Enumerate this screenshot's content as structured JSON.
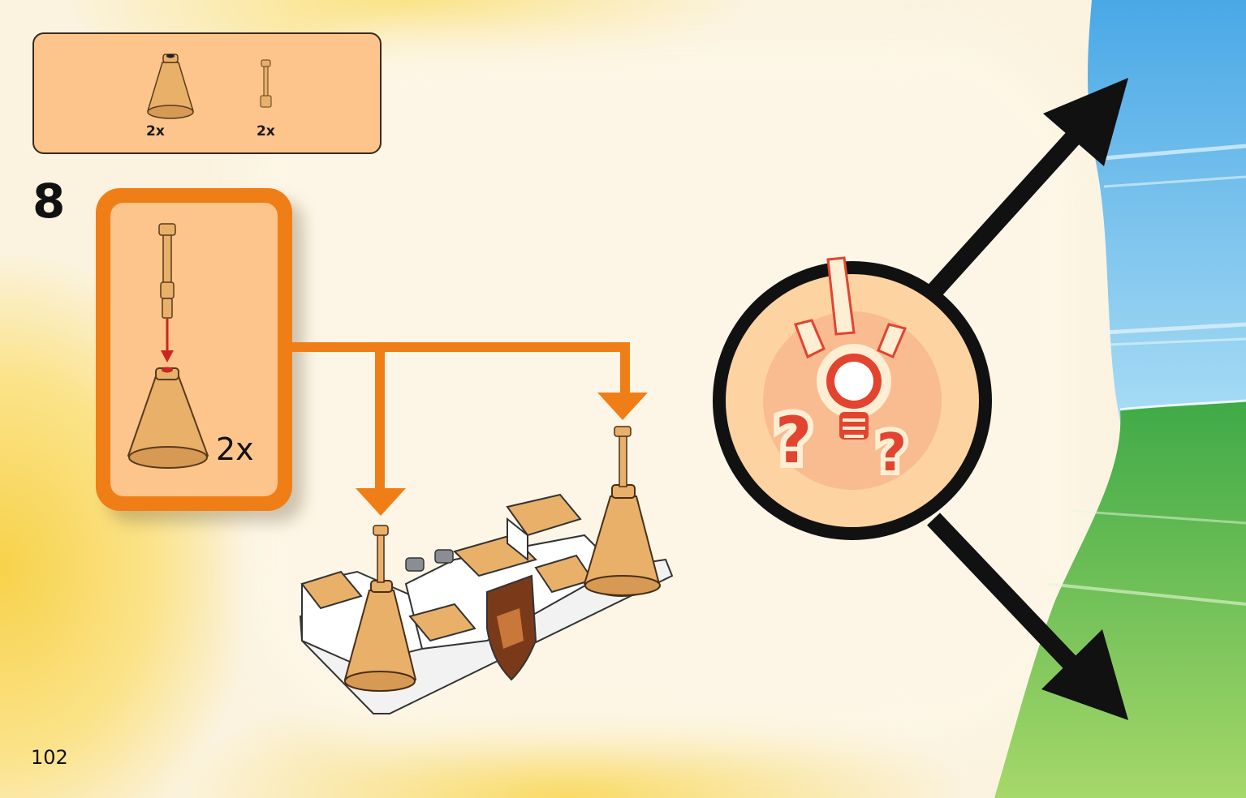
{
  "parts_list": {
    "items": [
      {
        "part": "cone-piece",
        "count": "2x"
      },
      {
        "part": "antenna-bar-piece",
        "count": "2x"
      }
    ]
  },
  "step": {
    "number": "8",
    "callout_multiplier": "2x"
  },
  "page": {
    "number": "102"
  },
  "colors": {
    "callout_orange": "#f07e16",
    "parts_tan": "#fdc58c",
    "piece_gold": "#e9b06a",
    "sky_blue": "#7cc4ec",
    "grass_green": "#7ec85a",
    "hint_red": "#e2442f"
  },
  "icons": [
    "idea-lightbulb-icon",
    "question-mark-icon"
  ]
}
